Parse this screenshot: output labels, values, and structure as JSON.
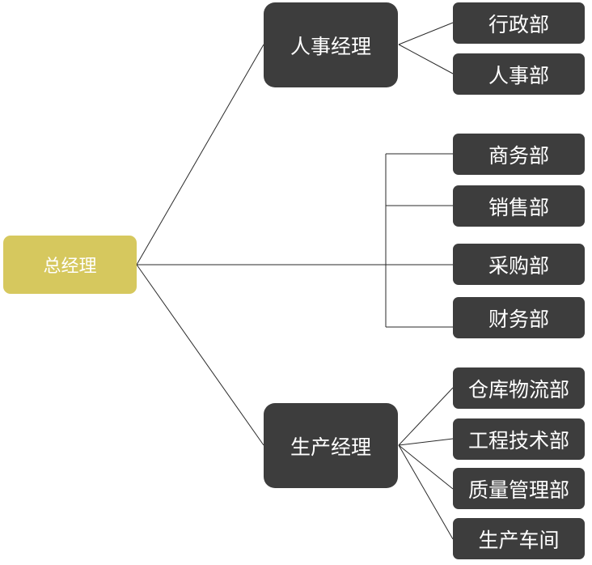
{
  "root": {
    "label": "总经理"
  },
  "hr_manager": {
    "label": "人事经理"
  },
  "prod_manager": {
    "label": "生产经理"
  },
  "departments": {
    "admin": "行政部",
    "hr": "人事部",
    "business": "商务部",
    "sales": "销售部",
    "purchasing": "采购部",
    "finance": "财务部",
    "warehouse": "仓库物流部",
    "engineering": "工程技术部",
    "quality": "质量管理部",
    "workshop": "生产车间"
  },
  "colors": {
    "root_fill": "#d6c85e",
    "node_fill": "#3d3d3d",
    "text": "#ffffff",
    "line": "#2a2a2a"
  }
}
